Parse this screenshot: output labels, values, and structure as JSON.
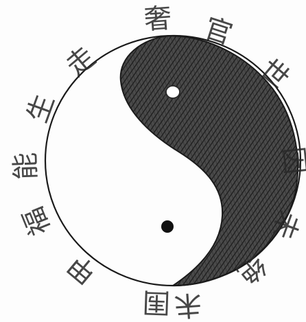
{
  "drawing": {
    "ink_color": "#1f1f1f",
    "paper_color": "#fdfdfd",
    "dark_fill_color": "#3a3a3a",
    "subject": "hand-drawn yin-yang symbol surrounded by handwritten characters"
  },
  "ring_characters": [
    {
      "id": "char-top",
      "text": "奢"
    },
    {
      "id": "char-top-right",
      "text": "官"
    },
    {
      "id": "char-right-upper",
      "text": "世"
    },
    {
      "id": "char-right",
      "text": "因"
    },
    {
      "id": "char-right-lower",
      "text": "未"
    },
    {
      "id": "char-bottom-right",
      "text": "绝"
    },
    {
      "id": "char-bottom-center",
      "text": "围"
    },
    {
      "id": "char-bottom",
      "text": "未"
    },
    {
      "id": "char-bottom-left",
      "text": "甲"
    },
    {
      "id": "char-left-lower",
      "text": "福"
    },
    {
      "id": "char-left",
      "text": "能"
    },
    {
      "id": "char-left-upper",
      "text": "生"
    },
    {
      "id": "char-top-left",
      "text": "走"
    }
  ]
}
